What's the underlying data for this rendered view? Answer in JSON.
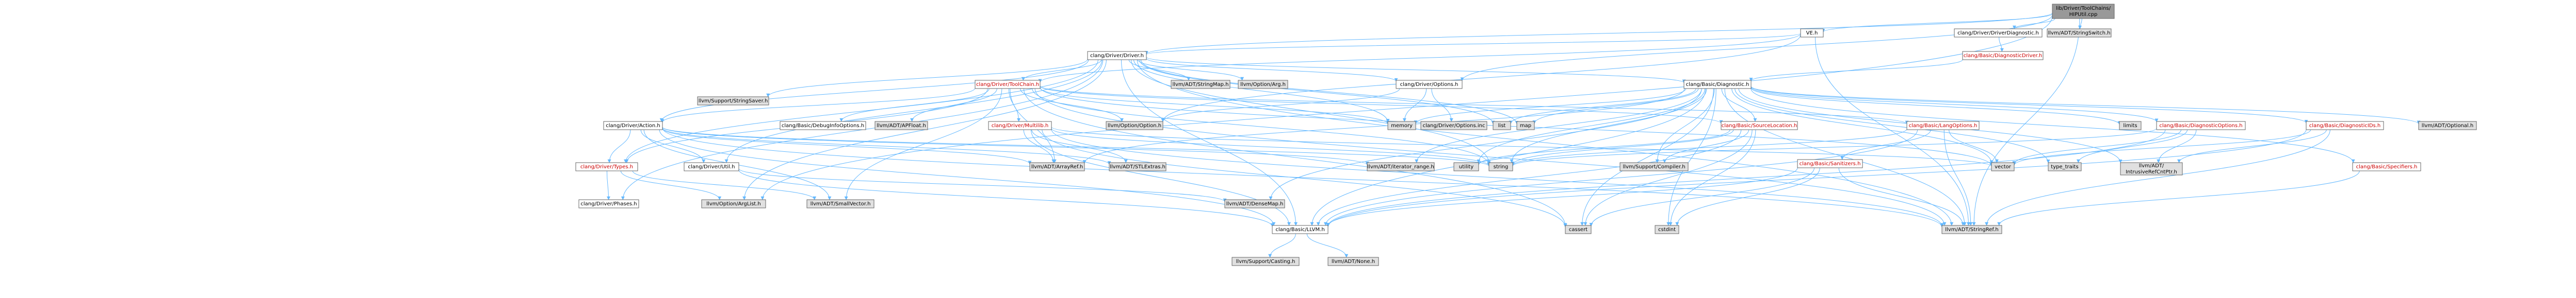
{
  "colors": {
    "edge": "#63b8ff",
    "root_fill": "#999999",
    "default_fill": "#ffffff",
    "system_fill": "#e0e0e0",
    "border": "#666666",
    "text": "#000000",
    "link_text_red": "#cc0000"
  },
  "nodes": [
    {
      "id": "root",
      "label": "lib/Driver/ToolChains/HIPUtil.cpp",
      "style": "root"
    },
    {
      "id": "ve",
      "label": "VE.h",
      "style": "default"
    },
    {
      "id": "driverdiag",
      "label": "clang/Driver/DriverDiagnostic.h",
      "style": "default"
    },
    {
      "id": "stringswitch",
      "label": "llvm/ADT/StringSwitch.h",
      "style": "system"
    },
    {
      "id": "driver",
      "label": "clang/Driver/Driver.h",
      "style": "default"
    },
    {
      "id": "basicdiagdriver",
      "label": "clang/Basic/DiagnosticDriver.h",
      "style": "red"
    },
    {
      "id": "stringsaver",
      "label": "llvm/Support/StringSaver.h",
      "style": "system"
    },
    {
      "id": "toolchain",
      "label": "clang/Driver/ToolChain.h",
      "style": "red"
    },
    {
      "id": "stringmap",
      "label": "llvm/ADT/StringMap.h",
      "style": "system"
    },
    {
      "id": "optionarg",
      "label": "llvm/Option/Arg.h",
      "style": "system"
    },
    {
      "id": "driveroptions",
      "label": "clang/Driver/Options.h",
      "style": "default"
    },
    {
      "id": "basicdiag",
      "label": "clang/Basic/Diagnostic.h",
      "style": "default"
    },
    {
      "id": "action",
      "label": "clang/Driver/Action.h",
      "style": "default"
    },
    {
      "id": "debuginfo",
      "label": "clang/Basic/DebugInfoOptions.h",
      "style": "default"
    },
    {
      "id": "apfloat",
      "label": "llvm/ADT/APFloat.h",
      "style": "system"
    },
    {
      "id": "multilib",
      "label": "clang/Driver/Multilib.h",
      "style": "red"
    },
    {
      "id": "optionoption",
      "label": "llvm/Option/Option.h",
      "style": "system"
    },
    {
      "id": "memory",
      "label": "memory",
      "style": "system"
    },
    {
      "id": "optionsinc",
      "label": "clang/Driver/Options.inc",
      "style": "system"
    },
    {
      "id": "list",
      "label": "list",
      "style": "system"
    },
    {
      "id": "map",
      "label": "map",
      "style": "system"
    },
    {
      "id": "sourceloc",
      "label": "clang/Basic/SourceLocation.h",
      "style": "red"
    },
    {
      "id": "langopts",
      "label": "clang/Basic/LangOptions.h",
      "style": "red"
    },
    {
      "id": "limits",
      "label": "limits",
      "style": "system"
    },
    {
      "id": "diagoptions",
      "label": "clang/Basic/DiagnosticOptions.h",
      "style": "red"
    },
    {
      "id": "diagids",
      "label": "clang/Basic/DiagnosticIDs.h",
      "style": "red"
    },
    {
      "id": "optional",
      "label": "llvm/ADT/Optional.h",
      "style": "system"
    },
    {
      "id": "drivertypes",
      "label": "clang/Driver/Types.h",
      "style": "red"
    },
    {
      "id": "driverutil",
      "label": "clang/Driver/Util.h",
      "style": "default"
    },
    {
      "id": "arrayref",
      "label": "llvm/ADT/ArrayRef.h",
      "style": "system"
    },
    {
      "id": "stlextras",
      "label": "llvm/ADT/STLExtras.h",
      "style": "system"
    },
    {
      "id": "iterrange",
      "label": "llvm/ADT/iterator_range.h",
      "style": "system"
    },
    {
      "id": "utility",
      "label": "utility",
      "style": "system"
    },
    {
      "id": "string",
      "label": "string",
      "style": "system"
    },
    {
      "id": "compiler",
      "label": "llvm/Support/Compiler.h",
      "style": "system"
    },
    {
      "id": "sanitizers",
      "label": "clang/Basic/Sanitizers.h",
      "style": "red"
    },
    {
      "id": "vector",
      "label": "vector",
      "style": "system"
    },
    {
      "id": "typetraits",
      "label": "type_traits",
      "style": "system"
    },
    {
      "id": "intrusive",
      "label": "llvm/ADT/IntrusiveRefCntPtr.h",
      "style": "system"
    },
    {
      "id": "specifiers",
      "label": "clang/Basic/Specifiers.h",
      "style": "red"
    },
    {
      "id": "arglist",
      "label": "llvm/Option/ArgList.h",
      "style": "system"
    },
    {
      "id": "phases",
      "label": "clang/Driver/Phases.h",
      "style": "default"
    },
    {
      "id": "smallvector",
      "label": "llvm/ADT/SmallVector.h",
      "style": "system"
    },
    {
      "id": "densemap",
      "label": "llvm/ADT/DenseMap.h",
      "style": "system"
    },
    {
      "id": "llvm",
      "label": "clang/Basic/LLVM.h",
      "style": "default"
    },
    {
      "id": "cassert",
      "label": "cassert",
      "style": "system"
    },
    {
      "id": "cstdint",
      "label": "cstdint",
      "style": "system"
    },
    {
      "id": "stringref",
      "label": "llvm/ADT/StringRef.h",
      "style": "system"
    },
    {
      "id": "casting",
      "label": "llvm/Support/Casting.h",
      "style": "system"
    },
    {
      "id": "none",
      "label": "llvm/ADT/None.h",
      "style": "system"
    }
  ],
  "edges": [
    [
      "root",
      "ve"
    ],
    [
      "root",
      "driverdiag"
    ],
    [
      "root",
      "stringswitch"
    ],
    [
      "root",
      "driver"
    ],
    [
      "root",
      "driveroptions"
    ],
    [
      "root",
      "arglist"
    ],
    [
      "root",
      "stringref"
    ],
    [
      "ve",
      "driver"
    ],
    [
      "ve",
      "toolchain"
    ],
    [
      "ve",
      "optionoption"
    ],
    [
      "ve",
      "stringref"
    ],
    [
      "driverdiag",
      "basicdiagdriver"
    ],
    [
      "basicdiagdriver",
      "basicdiag"
    ],
    [
      "driver",
      "stringsaver"
    ],
    [
      "driver",
      "toolchain"
    ],
    [
      "driver",
      "stringmap"
    ],
    [
      "driver",
      "optionarg"
    ],
    [
      "driver",
      "driveroptions"
    ],
    [
      "driver",
      "basicdiag"
    ],
    [
      "driver",
      "action"
    ],
    [
      "driver",
      "drivertypes"
    ],
    [
      "driver",
      "phases"
    ],
    [
      "driver",
      "arglist"
    ],
    [
      "driver",
      "list"
    ],
    [
      "driver",
      "map"
    ],
    [
      "driver",
      "memory"
    ],
    [
      "driver",
      "string"
    ],
    [
      "driver",
      "llvm"
    ],
    [
      "driver",
      "stringref"
    ],
    [
      "driver",
      "driverutil"
    ],
    [
      "toolchain",
      "debuginfo"
    ],
    [
      "toolchain",
      "apfloat"
    ],
    [
      "toolchain",
      "multilib"
    ],
    [
      "toolchain",
      "optionoption"
    ],
    [
      "toolchain",
      "memory"
    ],
    [
      "toolchain",
      "sourceloc"
    ],
    [
      "toolchain",
      "langopts"
    ],
    [
      "toolchain",
      "action"
    ],
    [
      "toolchain",
      "drivertypes"
    ],
    [
      "toolchain",
      "arrayref"
    ],
    [
      "toolchain",
      "smallvector"
    ],
    [
      "toolchain",
      "stringref"
    ],
    [
      "toolchain",
      "vector"
    ],
    [
      "toolchain",
      "string"
    ],
    [
      "toolchain",
      "cassert"
    ],
    [
      "driveroptions",
      "optionsinc"
    ],
    [
      "driveroptions",
      "optionoption"
    ],
    [
      "driveroptions",
      "memory"
    ],
    [
      "basicdiag",
      "sourceloc"
    ],
    [
      "basicdiag",
      "diagoptions"
    ],
    [
      "basicdiag",
      "diagids"
    ],
    [
      "basicdiag",
      "optional"
    ],
    [
      "basicdiag",
      "limits"
    ],
    [
      "basicdiag",
      "list"
    ],
    [
      "basicdiag",
      "map"
    ],
    [
      "basicdiag",
      "memory"
    ],
    [
      "basicdiag",
      "string"
    ],
    [
      "basicdiag",
      "utility"
    ],
    [
      "basicdiag",
      "vector"
    ],
    [
      "basicdiag",
      "typetraits"
    ],
    [
      "basicdiag",
      "intrusive"
    ],
    [
      "basicdiag",
      "llvm"
    ],
    [
      "basicdiag",
      "arrayref"
    ],
    [
      "basicdiag",
      "densemap"
    ],
    [
      "basicdiag",
      "stringref"
    ],
    [
      "basicdiag",
      "iterrange"
    ],
    [
      "basicdiag",
      "specifiers"
    ],
    [
      "basicdiag",
      "compiler"
    ],
    [
      "basicdiag",
      "cassert"
    ],
    [
      "basicdiag",
      "cstdint"
    ],
    [
      "action",
      "drivertypes"
    ],
    [
      "action",
      "driverutil"
    ],
    [
      "action",
      "llvm"
    ],
    [
      "action",
      "arrayref"
    ],
    [
      "action",
      "stlextras"
    ],
    [
      "action",
      "iterrange"
    ],
    [
      "action",
      "smallvector"
    ],
    [
      "action",
      "stringref"
    ],
    [
      "action",
      "string"
    ],
    [
      "multilib",
      "llvm"
    ],
    [
      "multilib",
      "arrayref"
    ],
    [
      "multilib",
      "stlextras"
    ],
    [
      "multilib",
      "stringref"
    ],
    [
      "multilib",
      "string"
    ],
    [
      "multilib",
      "vector"
    ],
    [
      "multilib",
      "cassert"
    ],
    [
      "sourceloc",
      "llvm"
    ],
    [
      "sourceloc",
      "compiler"
    ],
    [
      "sourceloc",
      "cassert"
    ],
    [
      "sourceloc",
      "cstdint"
    ],
    [
      "sourceloc",
      "string"
    ],
    [
      "sourceloc",
      "utility"
    ],
    [
      "langopts",
      "sanitizers"
    ],
    [
      "langopts",
      "llvm"
    ],
    [
      "langopts",
      "string"
    ],
    [
      "langopts",
      "vector"
    ],
    [
      "langopts",
      "stringref"
    ],
    [
      "sanitizers",
      "llvm"
    ],
    [
      "sanitizers",
      "cassert"
    ],
    [
      "sanitizers",
      "cstdint"
    ],
    [
      "sanitizers",
      "stringref"
    ],
    [
      "diagoptions",
      "llvm"
    ],
    [
      "diagoptions",
      "intrusive"
    ],
    [
      "diagoptions",
      "string"
    ],
    [
      "diagoptions",
      "typetraits"
    ],
    [
      "diagoptions",
      "vector"
    ],
    [
      "diagids",
      "llvm"
    ],
    [
      "diagids",
      "intrusive"
    ],
    [
      "diagids",
      "stringref"
    ],
    [
      "diagids",
      "vector"
    ],
    [
      "specifiers",
      "stringref"
    ],
    [
      "drivertypes",
      "arglist"
    ],
    [
      "drivertypes",
      "phases"
    ],
    [
      "drivertypes",
      "smallvector"
    ],
    [
      "driverutil",
      "densemap"
    ],
    [
      "driverutil",
      "llvm"
    ],
    [
      "llvm",
      "casting"
    ],
    [
      "llvm",
      "none"
    ]
  ]
}
